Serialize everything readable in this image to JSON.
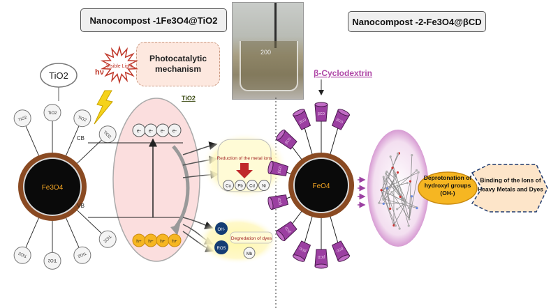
{
  "left_panel": {
    "title_prefix": "Nanocompost -1 ",
    "title_formula": "Fe3O4@TiO2",
    "core_label": "Fe3O4",
    "tio2_label": "TiO2",
    "tio2_small_label": "TiO2",
    "hv_label": "hν",
    "visible_light_label": "Visible Light",
    "mechanism_label": "Photocatalytic mechanism",
    "cb_label": "CB",
    "vb_label": "VB",
    "electron_label": "e-",
    "hole_label": "h+",
    "reduction_label": "Reduction of the metal ions",
    "metals": [
      "Cu",
      "Pb",
      "Cd",
      "Ni"
    ],
    "oh_label": "OH·",
    "ros_label": "ROS",
    "degradation_label": "Degredation of dyes",
    "mb_label": "Mb",
    "satellite_label": "TiO2"
  },
  "photo": {
    "beaker_mark": "200"
  },
  "right_panel": {
    "title_prefix": "Nanocompost -2- ",
    "title_formula": "Fe3O4@βCD",
    "cyclodextrin_label": "β-Cyclodextrin",
    "core_label": "FeO4",
    "deprotonation_label": "Deprotonation of hydroxyl groups (OH-)",
    "binding_label": "Binding of the Ions of Heavy Metals and Dyes",
    "satellite_label": "βCD"
  },
  "colors": {
    "core_ring": "#8a4a22",
    "core_fill": "#0a0a0a",
    "core_text": "#f5a623",
    "purple": "#9b3fa1",
    "pink_fill": "#fbdede",
    "electron_fill": "#f2f2f2",
    "hole_fill": "#f6b622",
    "glow": "#fff7b0",
    "deprotonation_fill": "#f6b622",
    "binding_fill": "#fde5c9",
    "ros_fill": "#153d73",
    "lightning": "#f5d21b",
    "cyclodextrin_text": "#b04aa8"
  }
}
